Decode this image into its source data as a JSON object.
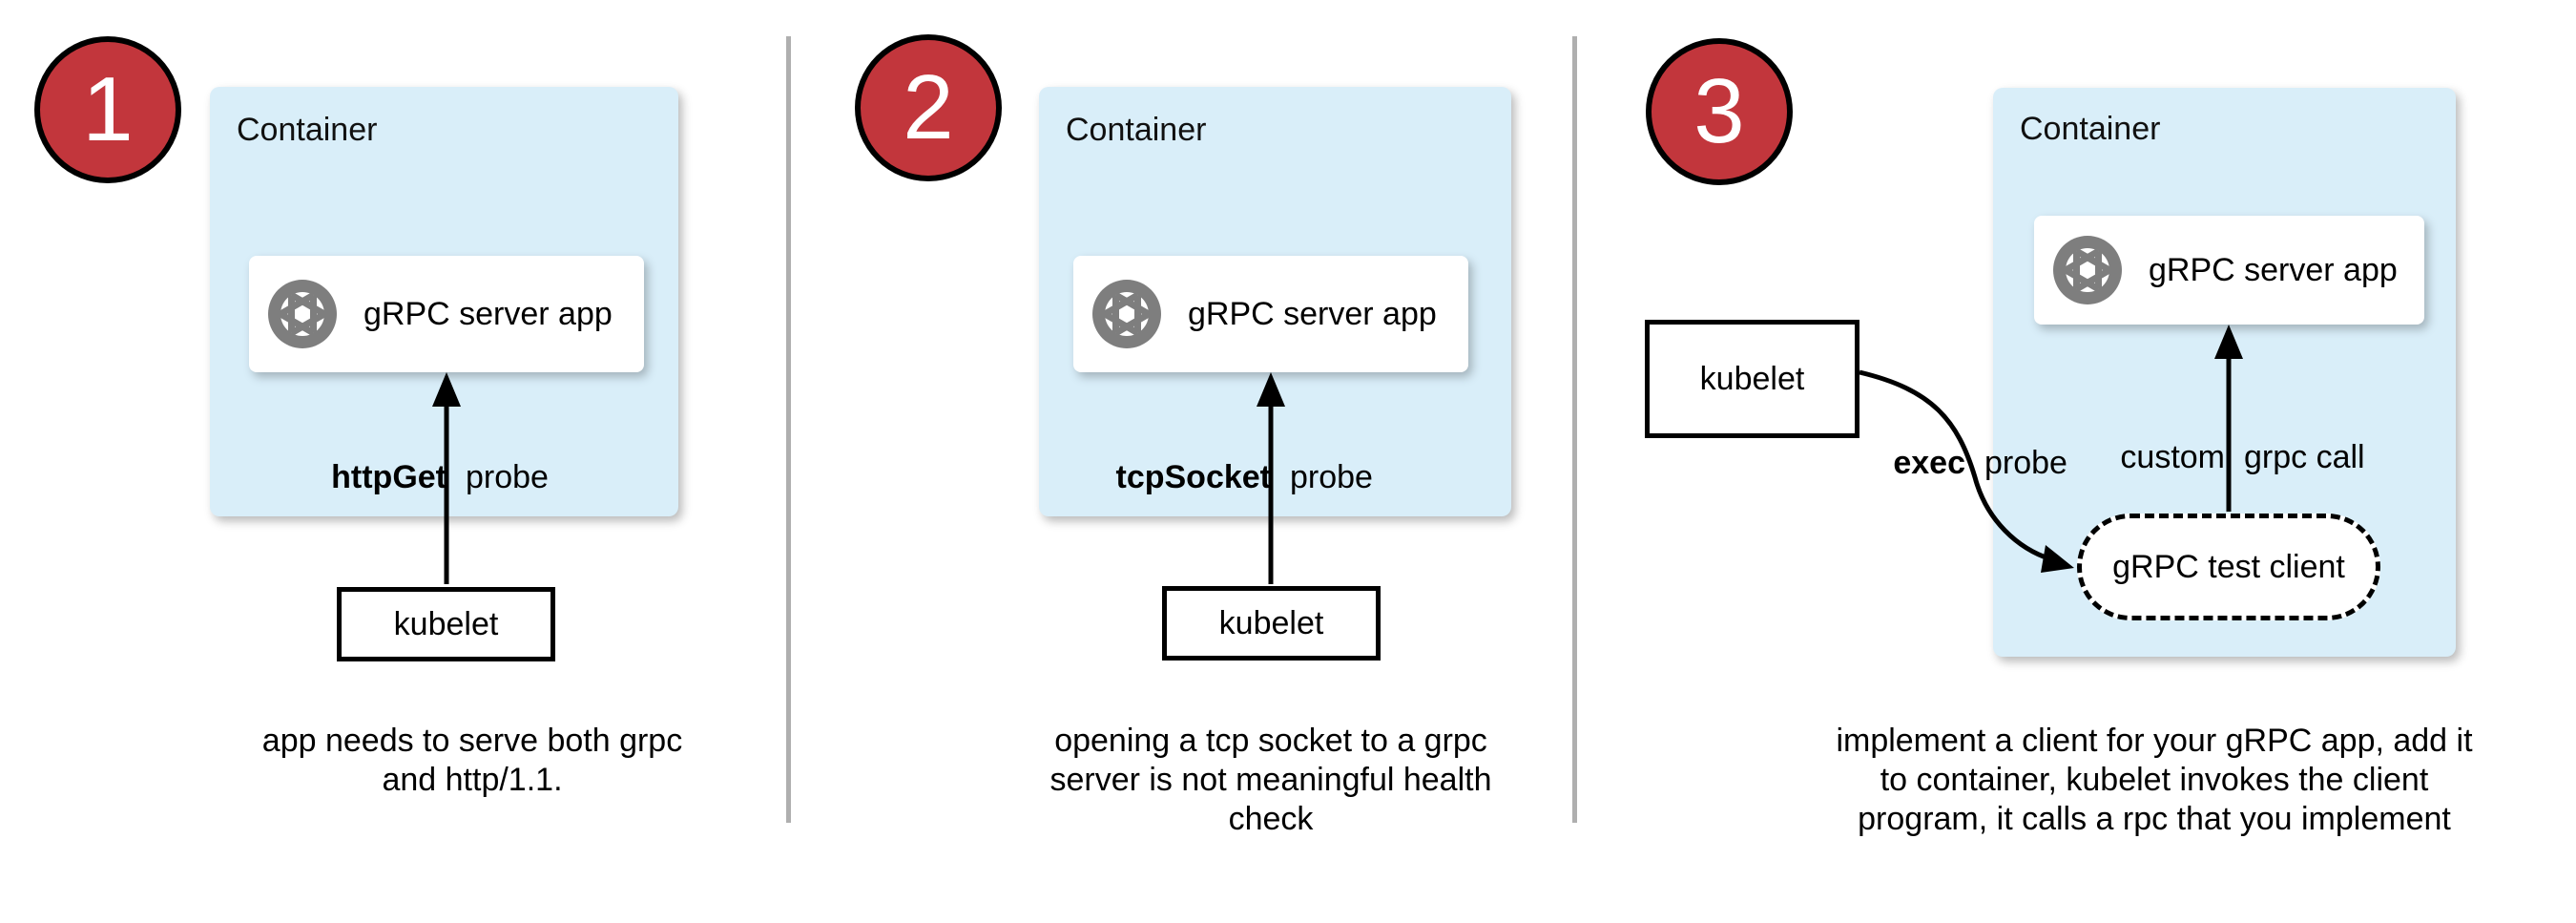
{
  "diagram": {
    "colors": {
      "container_fill": "#D9EEF9",
      "badge_fill": "#C2363C",
      "icon_gray": "#7E7E7E",
      "divider": "#AFAFAF"
    },
    "panels": [
      {
        "number": "1",
        "container_label": "Container",
        "app_label": "gRPC server app",
        "probe_bold": "httpGet",
        "probe_rest": "probe",
        "kubelet_label": "kubelet",
        "caption_lines": [
          "app needs to serve both grpc",
          "and http/1.1."
        ]
      },
      {
        "number": "2",
        "container_label": "Container",
        "app_label": "gRPC server app",
        "probe_bold": "tcpSocket",
        "probe_rest": "probe",
        "kubelet_label": "kubelet",
        "caption_lines": [
          "opening a tcp socket to a grpc",
          "server is not meaningful health",
          "check"
        ]
      },
      {
        "number": "3",
        "container_label": "Container",
        "app_label": "gRPC server app",
        "probe_bold": "exec",
        "probe_rest": "probe",
        "kubelet_label": "kubelet",
        "test_client_label": "gRPC test client",
        "grpc_call_left": "custom",
        "grpc_call_right": "grpc call",
        "caption_lines": [
          "implement a client for your gRPC app, add it",
          "to container, kubelet invokes the client",
          "program, it calls a rpc that you implement"
        ]
      }
    ]
  }
}
